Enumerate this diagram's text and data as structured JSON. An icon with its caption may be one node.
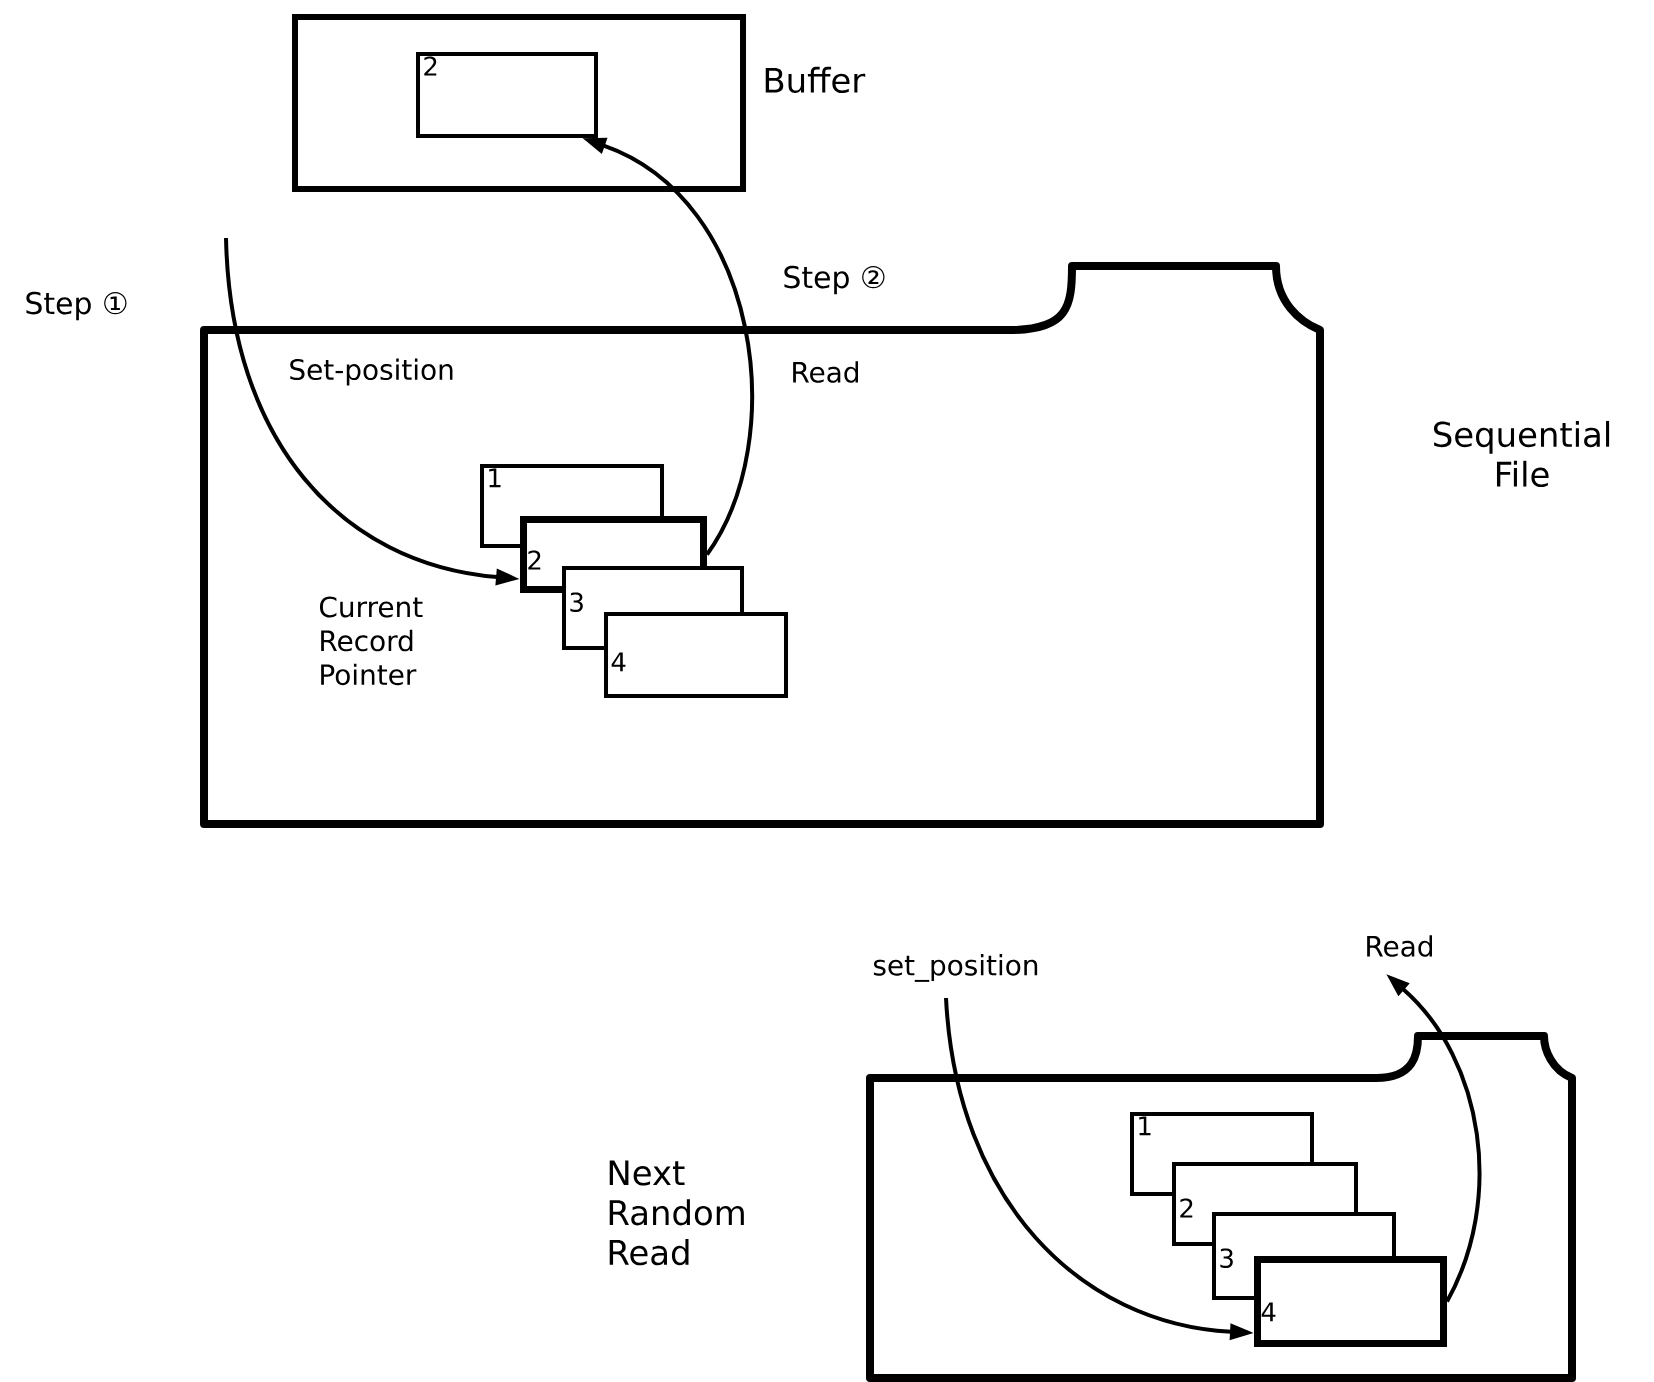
{
  "diagram": {
    "nodes": [
      {
        "text": [],
        "shape": "box"
      },
      {
        "text": [
          "2"
        ],
        "in": 0
      },
      {
        "text": [],
        "shape": "box"
      },
      {
        "text": [
          "1"
        ],
        "in": 2
      },
      {
        "text": [
          "2"
        ],
        "in": 2
      },
      {
        "text": [
          "3"
        ],
        "in": 2
      },
      {
        "text": [
          "4"
        ],
        "in": 2
      },
      {
        "text": [],
        "shape": "box"
      },
      {
        "text": [
          "1"
        ],
        "in": 7
      },
      {
        "text": [
          "2"
        ],
        "in": 7
      },
      {
        "text": [
          "3"
        ],
        "in": 7
      },
      {
        "text": [
          "4"
        ],
        "in": 7
      }
    ],
    "edges": [
      {
        "from": null,
        "to": 4,
        "arrow": "to",
        "label": "Set-position"
      },
      {
        "from": 4,
        "to": 1,
        "arrow": "to",
        "label": "Read"
      },
      {
        "from": null,
        "to": 11,
        "arrow": "to",
        "label": "set_position"
      },
      {
        "from": 11,
        "to": null,
        "arrow": "to",
        "label": "Read"
      }
    ],
    "labels": [
      "Buffer",
      "Step ①",
      "Step ②",
      "Sequential File",
      "Current Record Pointer",
      "Next Random Read"
    ]
  }
}
